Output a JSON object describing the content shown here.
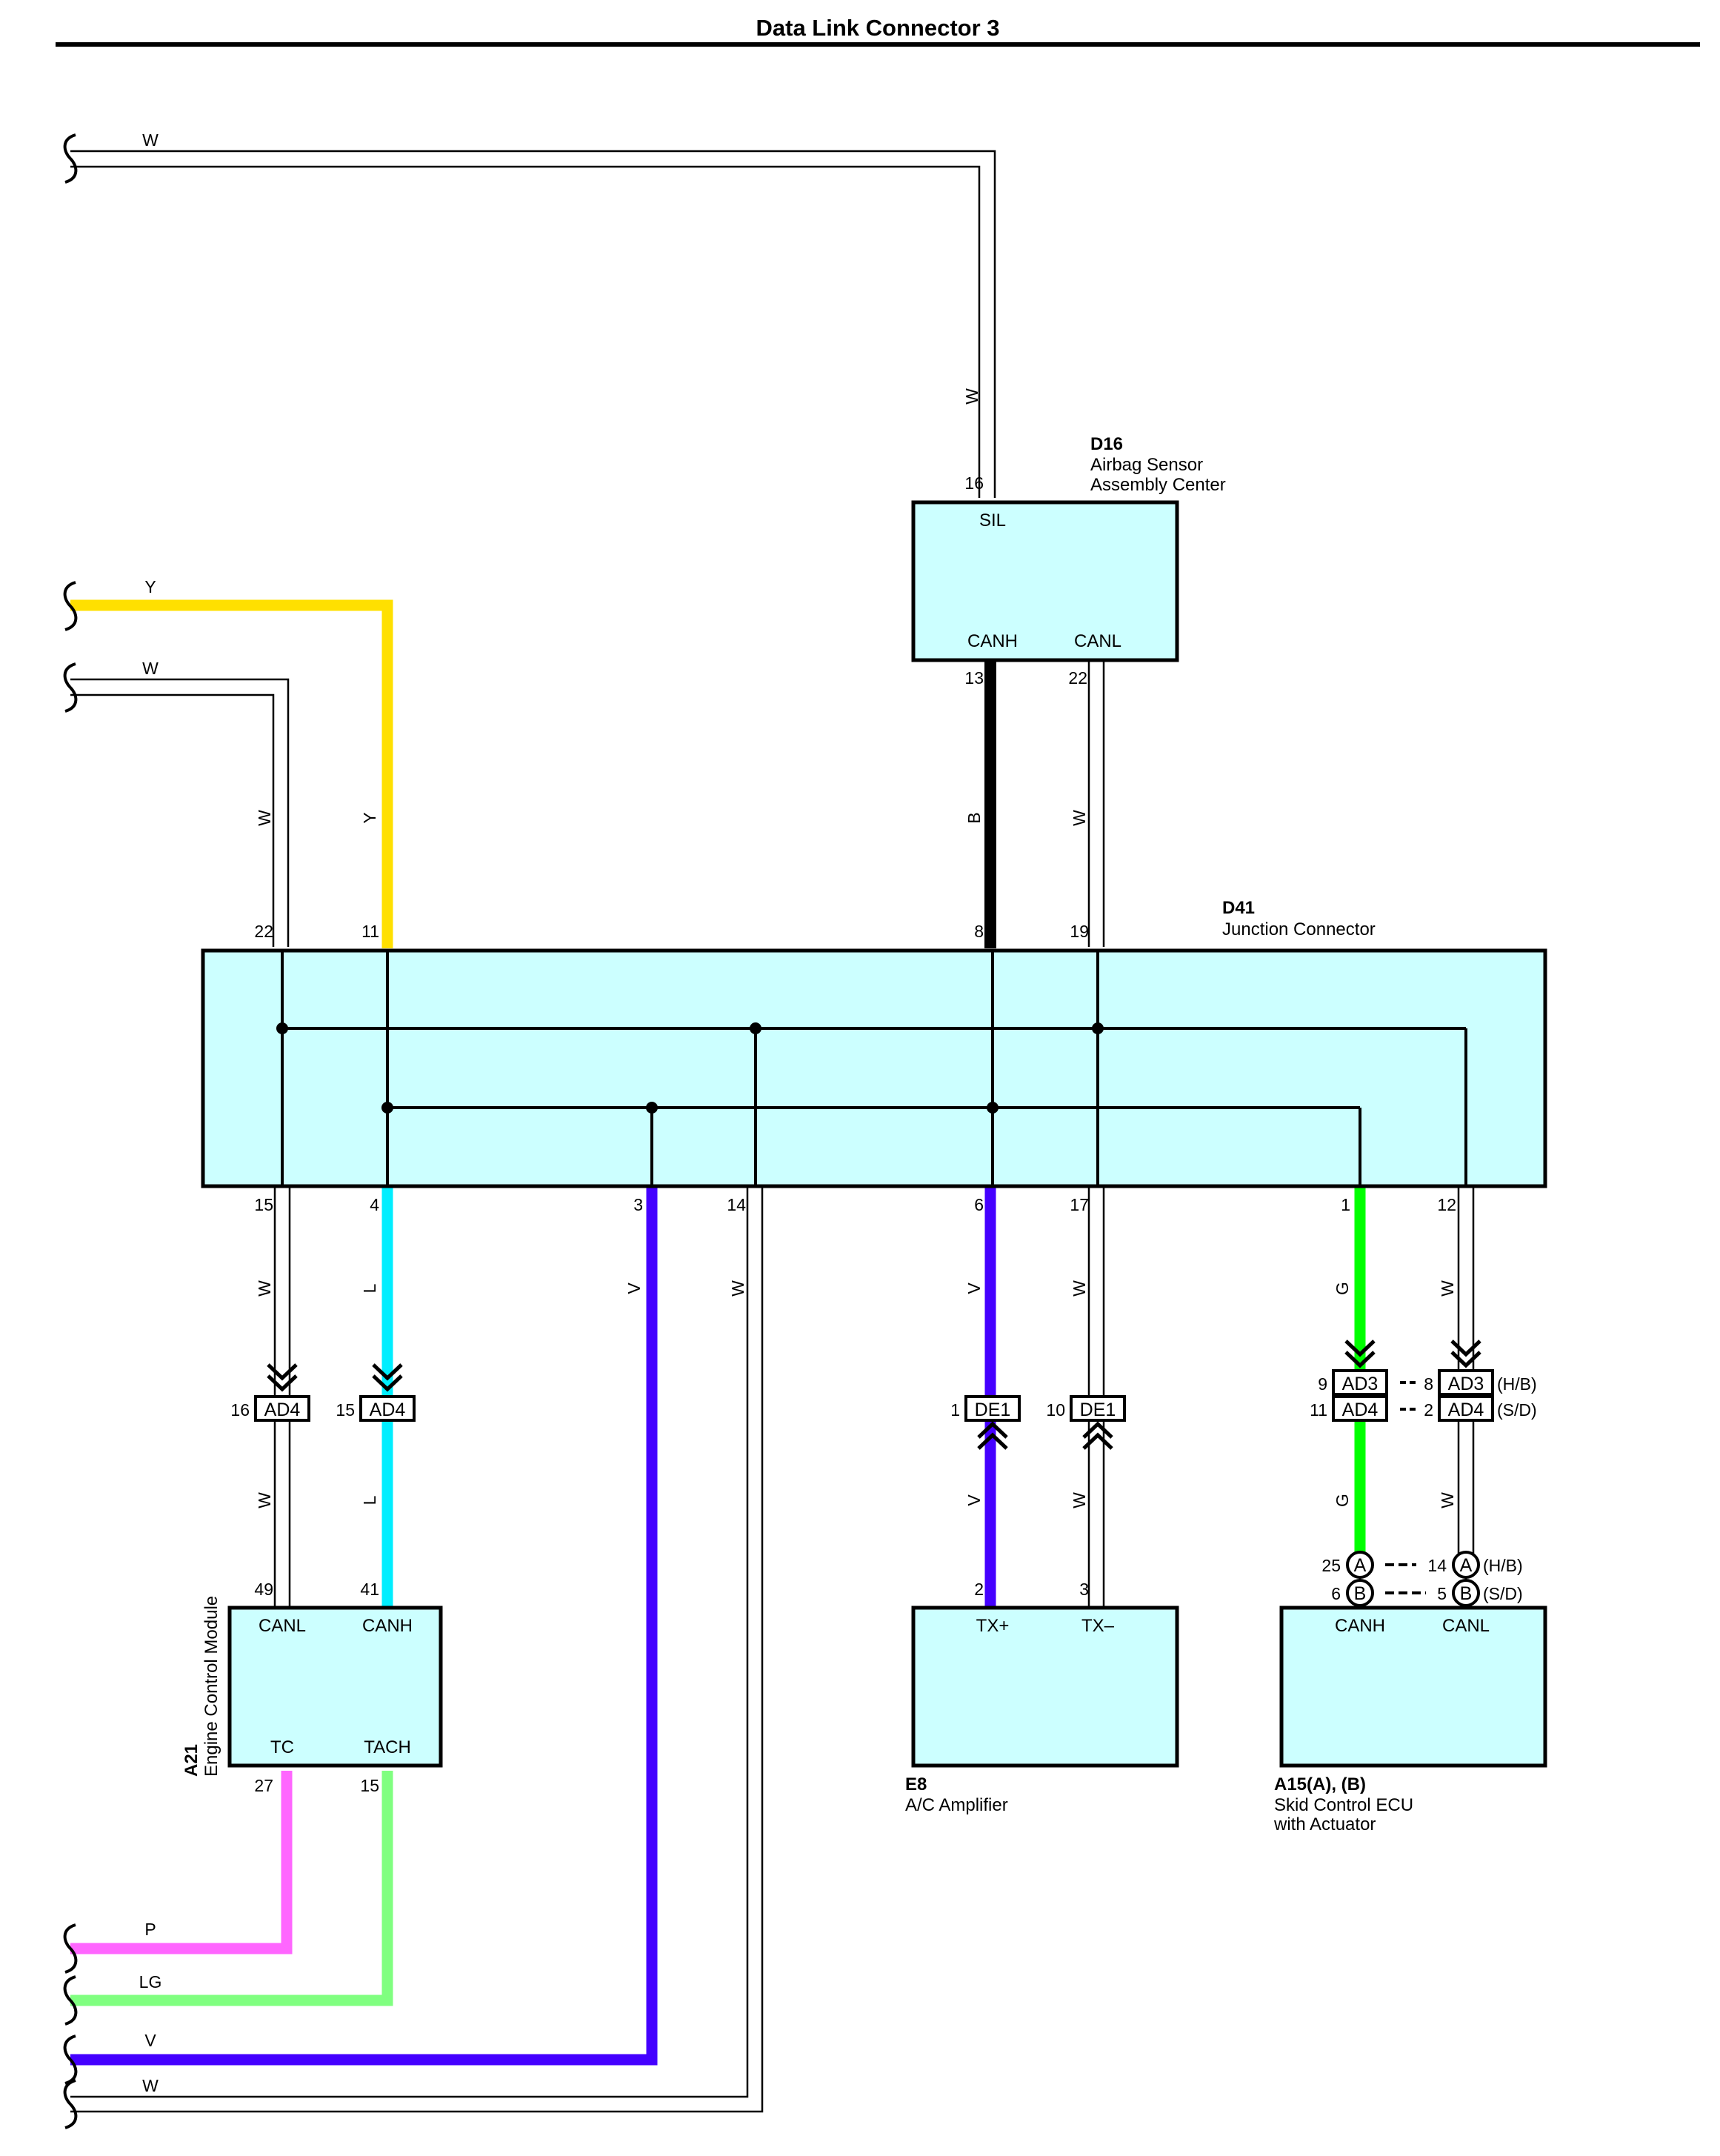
{
  "title": "Data Link Connector 3",
  "colors": {
    "W": "#c8c8c8",
    "Y": "#ffe000",
    "B": "#000000",
    "L": "#00eeff",
    "V": "#4400ff",
    "G": "#00ff00",
    "P": "#ff66ff",
    "LG": "#80ff80",
    "component_fill": "#ccffff"
  },
  "components": {
    "D16": {
      "code": "D16",
      "name_line1": "Airbag Sensor",
      "name_line2": "Assembly Center",
      "pin_sil": "SIL",
      "pin_canh": "CANH",
      "pin_canl": "CANL",
      "n_sil": "16",
      "n_canh": "13",
      "n_canl": "22"
    },
    "D41": {
      "code": "D41",
      "name": "Junction Connector",
      "top_pins": [
        "22",
        "11",
        "8",
        "19"
      ],
      "bottom_pins": [
        "15",
        "4",
        "3",
        "14",
        "6",
        "17",
        "1",
        "12"
      ]
    },
    "A21": {
      "code": "A21",
      "name": "Engine Control Module",
      "pin_canl": "CANL",
      "pin_canh": "CANH",
      "pin_tc": "TC",
      "pin_tach": "TACH",
      "n_canl": "49",
      "n_canh": "41",
      "n_tc": "27",
      "n_tach": "15"
    },
    "E8": {
      "code": "E8",
      "name": "A/C Amplifier",
      "pin_txp": "TX+",
      "pin_txm": "TX–",
      "n_txp": "2",
      "n_txm": "3"
    },
    "A15": {
      "code": "A15(A), (B)",
      "name_line1": "Skid Control ECU",
      "name_line2": "with Actuator",
      "pin_canh": "CANH",
      "pin_canl": "CANL"
    }
  },
  "junctions": {
    "ad4_a": {
      "label": "AD4",
      "pin": "16"
    },
    "ad4_b": {
      "label": "AD4",
      "pin": "15"
    },
    "de1_a": {
      "label": "DE1",
      "pin": "1"
    },
    "de1_b": {
      "label": "DE1",
      "pin": "10"
    },
    "ad3_l": {
      "label": "AD3",
      "pin": "9"
    },
    "ad4_l": {
      "label": "AD4",
      "pin": "11"
    },
    "ad3_r": {
      "label": "AD3",
      "pin": "8",
      "suffix": "(H/B)"
    },
    "ad4_r": {
      "label": "AD4",
      "pin": "2",
      "suffix": "(S/D)"
    }
  },
  "a15_connectors": {
    "a_left": {
      "letter": "A",
      "pin": "25"
    },
    "b_left": {
      "letter": "B",
      "pin": "6"
    },
    "a_right": {
      "letter": "A",
      "pin": "14",
      "suffix": "(H/B)"
    },
    "b_right": {
      "letter": "B",
      "pin": "5",
      "suffix": "(S/D)"
    }
  },
  "wire_labels": {
    "top_w": "W",
    "y_left": "Y",
    "w2_left": "W",
    "w_d16_vert": "W",
    "w_22": "W",
    "y_11": "Y",
    "b_8": "B",
    "w_19": "W",
    "w_15": "W",
    "l_4": "L",
    "v_3": "V",
    "w_14": "W",
    "v_6": "V",
    "w_17": "W",
    "g_1": "G",
    "w_12": "W",
    "w_ecm_canl": "W",
    "l_ecm_canh": "L",
    "v_e8": "V",
    "w_e8": "W",
    "g_a15": "G",
    "w_a15": "W",
    "p_left": "P",
    "lg_left": "LG",
    "v_left": "V",
    "w_bottom": "W"
  }
}
